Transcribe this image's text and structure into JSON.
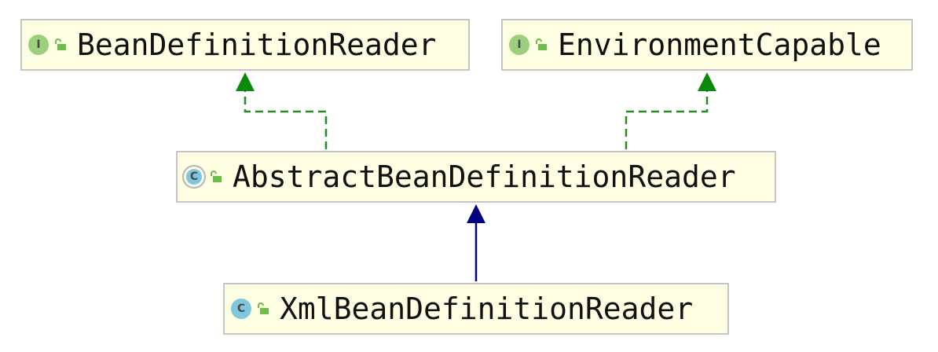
{
  "diagram": {
    "nodes": [
      {
        "id": "n-bdr",
        "name": "BeanDefinitionReader",
        "kind": "interface",
        "kind_glyph": "I"
      },
      {
        "id": "n-ec",
        "name": "EnvironmentCapable",
        "kind": "interface",
        "kind_glyph": "I"
      },
      {
        "id": "n-abdr",
        "name": "AbstractBeanDefinitionReader",
        "kind": "abstract-class",
        "kind_glyph": "C"
      },
      {
        "id": "n-xbdr",
        "name": "XmlBeanDefinitionReader",
        "kind": "class",
        "kind_glyph": "C"
      }
    ],
    "edges": [
      {
        "from": "AbstractBeanDefinitionReader",
        "to": "BeanDefinitionReader",
        "relation": "implements"
      },
      {
        "from": "AbstractBeanDefinitionReader",
        "to": "EnvironmentCapable",
        "relation": "implements"
      },
      {
        "from": "XmlBeanDefinitionReader",
        "to": "AbstractBeanDefinitionReader",
        "relation": "extends"
      }
    ],
    "colors": {
      "node_fill": "#fefee3",
      "node_border": "#c5c5c5",
      "implements_edge": "#228b22",
      "implements_arrow": "#0a8a0a",
      "extends_edge": "#000080",
      "interface_icon": "#9ccf7e",
      "class_icon": "#7fc7df",
      "public_lock": "#6abf4b"
    },
    "icons": {
      "interface": "interface-icon",
      "class": "class-icon",
      "abstract": "abstract-class-icon",
      "visibility": "public-unlock-icon"
    }
  }
}
